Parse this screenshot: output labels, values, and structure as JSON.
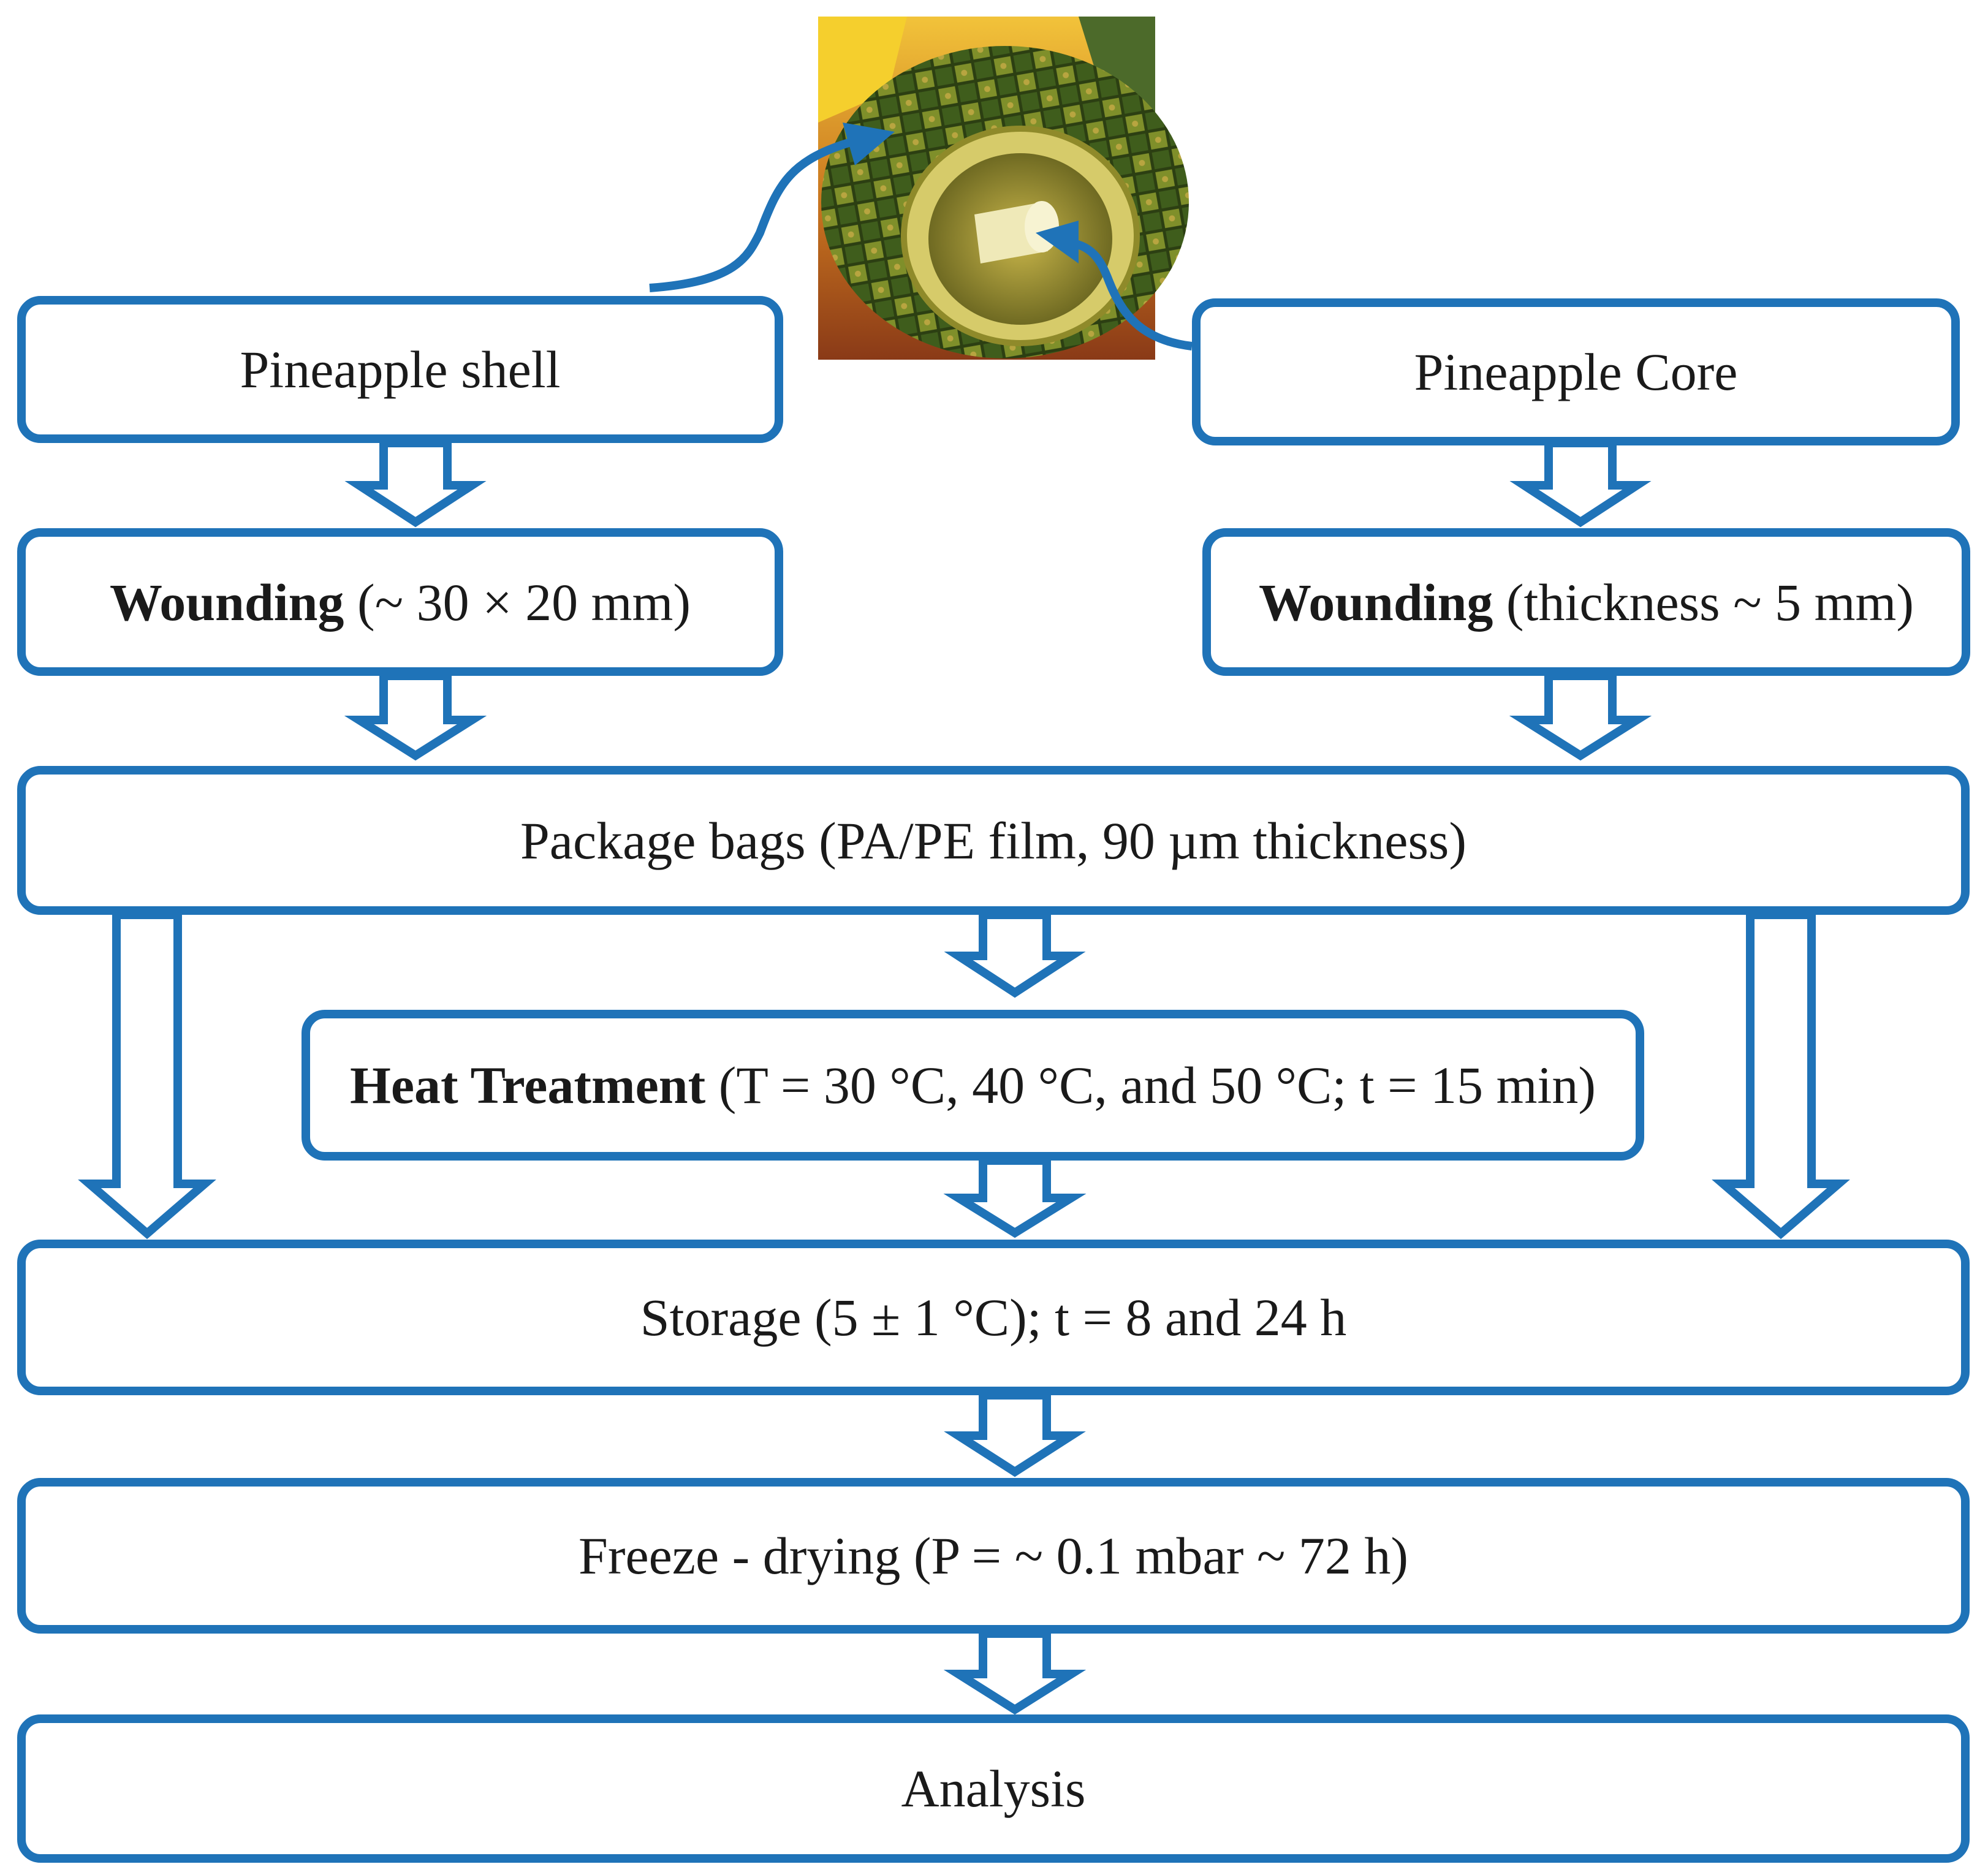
{
  "colors": {
    "accent": "#1f73b8",
    "text": "#1a1a1a",
    "background": "#ffffff"
  },
  "photo": {
    "icon": "pineapple-photo",
    "alt": "Pineapple with core"
  },
  "nodes": {
    "shell": {
      "label": "Pineapple shell"
    },
    "core": {
      "label": "Pineapple Core"
    },
    "wound_shell": {
      "bold": "Wounding",
      "detail": " (~ 30 × 20 mm)"
    },
    "wound_core": {
      "bold": "Wounding",
      "detail": " (thickness ~ 5 mm)"
    },
    "package": {
      "label": "Package bags (PA/PE film, 90 µm thickness)"
    },
    "heat": {
      "bold": "Heat Treatment",
      "detail": " (T = 30 °C, 40 °C, and 50 °C; t = 15 min)"
    },
    "storage": {
      "label": "Storage (5 ± 1 °C); t = 8 and 24 h"
    },
    "freeze": {
      "label": "Freeze - drying (P = ~ 0.1 mbar ~ 72 h)"
    },
    "analysis": {
      "label": "Analysis"
    }
  }
}
